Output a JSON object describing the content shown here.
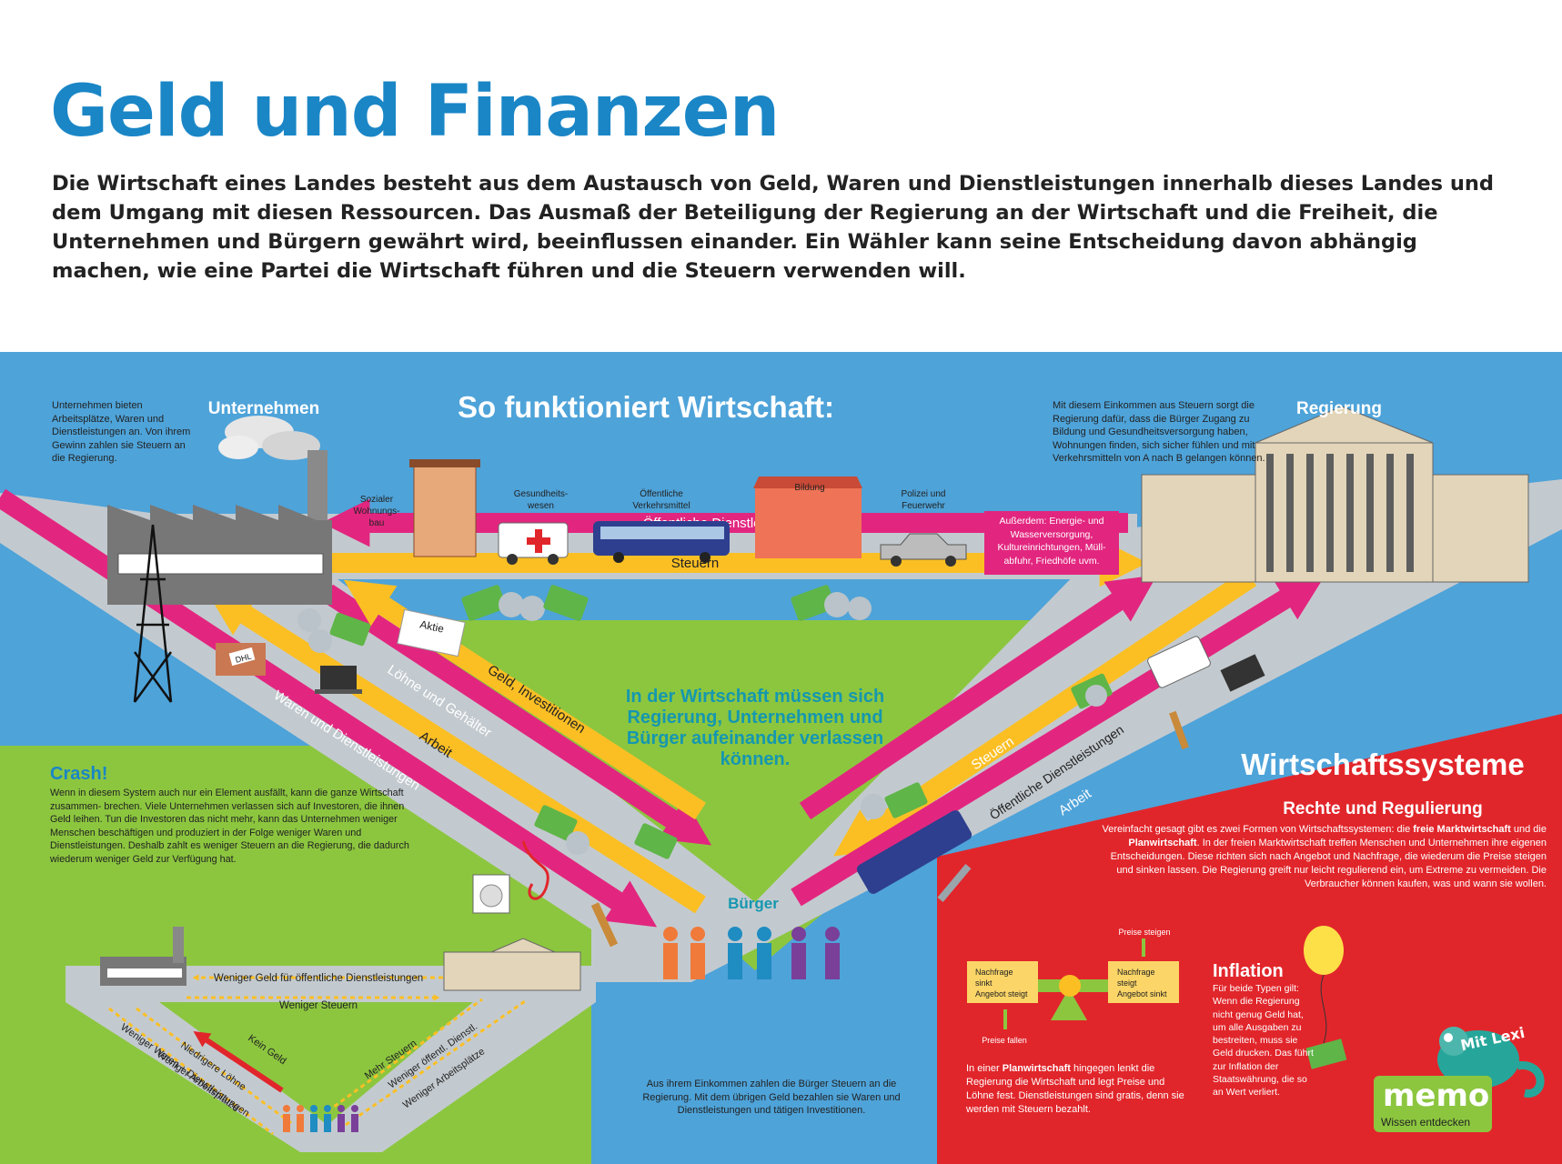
{
  "header": {
    "title": "Geld und Finanzen",
    "intro": "Die Wirtschaft eines Landes besteht aus dem Austausch von Geld, Waren und Dienstleistungen innerhalb dieses Landes und dem Umgang mit diesen Ressourcen. Das Ausmaß der Beteiligung der Regierung an der Wirtschaft und die Freiheit, die Unternehmen und Bürgern gewährt wird, beeinflussen einander. Ein Wähler kann seine Entscheidung davon abhängig machen, wie eine Partei die Wirtschaft führen und die Steuern verwenden will."
  },
  "diagram": {
    "heading": "So funktioniert Wirtschaft:",
    "nodes": {
      "companies": "Unternehmen",
      "government": "Regierung",
      "citizens": "Bürger"
    },
    "companies_text": "Unternehmen bieten Arbeitsplätze, Waren und Dienstleistungen an. Von ihrem Gewinn zahlen sie Steuern an die Regierung.",
    "government_text": "Mit diesem Einkommen aus Steuern sorgt die Regierung dafür, dass die Bürger Zugang zu Bildung und Gesundheitsversorgung haben, Wohnungen finden, sich sicher fühlen und mit Verkehrsmitteln von A nach B gelangen können.",
    "citizens_text": "Aus ihrem Einkommen zahlen die Bürger Steuern an die Regierung. Mit dem übrigen Geld bezahlen sie Waren und Dienstleistungen und tätigen Investitionen.",
    "center_text": "In der Wirtschaft müssen sich Regierung, Unternehmen und Bürger aufeinander verlassen können.",
    "services": [
      "Sozialer Wohnungs- bau",
      "Gesundheits- wesen",
      "Öffentliche Verkehrsmittel",
      "Bildung",
      "Polizei und Feuerwehr"
    ],
    "also_box": "Außerdem: Energie- und Wasserversorgung, Kultureinrichtungen, Müll- abfuhr, Friedhöfe uvm.",
    "flows": {
      "public_services": "Öffentliche Dienstleistungen",
      "taxes_top": "Steuern",
      "goods_services": "Waren und Dienstleistungen",
      "wages": "Löhne und Gehälter",
      "money_invest": "Geld, Investitionen",
      "work_left": "Arbeit",
      "taxes_right": "Steuern",
      "public_services_right": "Öffentliche Dienstleistungen",
      "work_right": "Arbeit"
    },
    "props": {
      "share": "Aktie",
      "parcel": "DHL"
    }
  },
  "crash": {
    "title": "Crash!",
    "text": "Wenn in diesem System auch nur ein Element ausfällt, kann die ganze Wirtschaft zusammen- brechen. Viele Unternehmen verlassen sich auf Investoren, die ihnen Geld leihen. Tun die Investoren das nicht mehr, kann das Unternehmen weniger Menschen beschäftigen und produziert in der Folge weniger Waren und Dienstleistungen. Deshalb zahlt es weniger Steuern an die Regierung, die dadurch wiederum weniger Geld zur Verfügung hat.",
    "flows": {
      "less_public_money": "Weniger Geld für öffentliche Dienstleistungen",
      "less_taxes": "Weniger Steuern",
      "no_money": "Kein Geld",
      "lower_wages": "Niedrigere Löhne",
      "fewer_jobs_left": "Weniger Arbeitsplätze",
      "fewer_goods": "Weniger Waren + Dienstleistungen",
      "more_taxes": "Mehr Steuern",
      "fewer_public_services": "Weniger öffentl. Dienstl.",
      "fewer_jobs_right": "Weniger Arbeitsplätze"
    }
  },
  "systems": {
    "title": "Wirtschaftssysteme",
    "subtitle": "Rechte und Regulierung",
    "text_parts": {
      "p1": "Vereinfacht gesagt gibt es zwei Formen von Wirtschaftssystemen: die ",
      "b1": "freie Marktwirtschaft",
      "p2": " und die ",
      "b2": "Planwirtschaft",
      "p3": ". In der freien Marktwirtschaft treffen Menschen und Unternehmen ihre eigenen Entscheidungen. Diese richten sich nach Angebot und Nachfrage, die wiederum die Preise steigen und sinken lassen. Die Regierung greift nur leicht regulierend ein, um Extreme zu vermeiden. Die Verbraucher können kaufen, was und wann sie wollen."
    },
    "seesaw": {
      "left_box": "Nachfrage sinkt Angebot steigt",
      "right_box": "Nachfrage steigt Angebot sinkt",
      "prices_rise": "Preise steigen",
      "prices_fall": "Preise fallen"
    },
    "planned_parts": {
      "p1": "In einer ",
      "b1": "Planwirtschaft",
      "p2": " hingegen lenkt die Regierung die Wirtschaft und legt Preise und Löhne fest. Dienstleistungen sind gratis, denn sie werden mit Steuern bezahlt."
    },
    "inflation_title": "Inflation",
    "inflation_text": "Für beide Typen gilt: Wenn die Regierung nicht genug Geld hat, um alle Ausgaben zu bestreiten, muss sie Geld drucken. Das führt zur Inflation der Staatswährung, die so an Wert verliert."
  },
  "branding": {
    "logo": "memo",
    "tagline": "Wissen entdecken",
    "mascot": "Mit Lexi"
  },
  "colors": {
    "title_blue": "#1a86c6",
    "sky": "#4ea3d9",
    "grass": "#8cc63f",
    "road": "#c3cacf",
    "pink": "#e2267f",
    "yellow": "#fbbf24",
    "red_panel": "#e1262b",
    "teal_text": "#1597b0"
  }
}
